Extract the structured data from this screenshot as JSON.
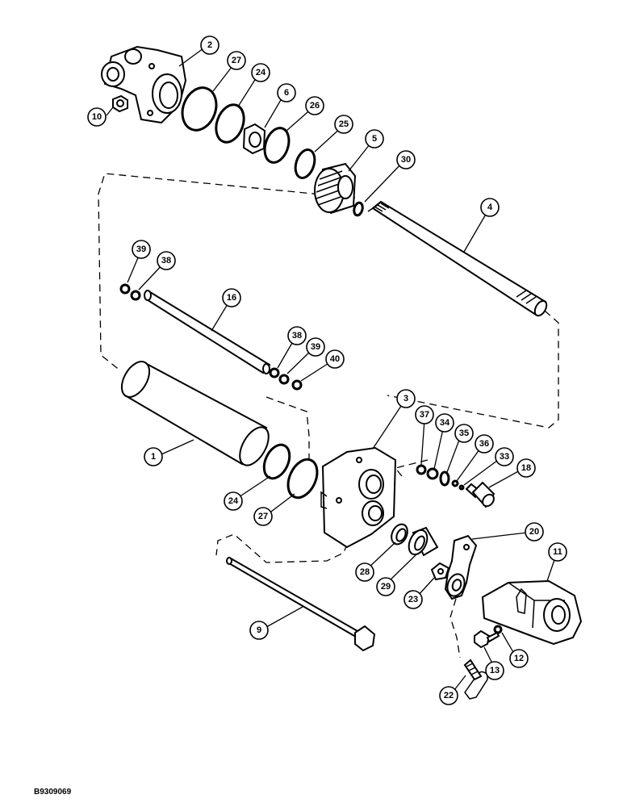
{
  "diagram": {
    "document_id": "B9309069",
    "callouts": {
      "c1": "1",
      "c2": "2",
      "c3": "3",
      "c4": "4",
      "c5": "5",
      "c6": "6",
      "c9": "9",
      "c10": "10",
      "c11": "11",
      "c12": "12",
      "c13": "13",
      "c16": "16",
      "c18": "18",
      "c20": "20",
      "c22": "22",
      "c23": "23",
      "c24a": "24",
      "c24b": "24",
      "c25": "25",
      "c26": "26",
      "c27a": "27",
      "c27b": "27",
      "c28": "28",
      "c29": "29",
      "c30": "30",
      "c33": "33",
      "c34": "34",
      "c35": "35",
      "c36": "36",
      "c37": "37",
      "c38a": "38",
      "c38b": "38",
      "c39a": "39",
      "c39b": "39",
      "c40": "40"
    }
  }
}
